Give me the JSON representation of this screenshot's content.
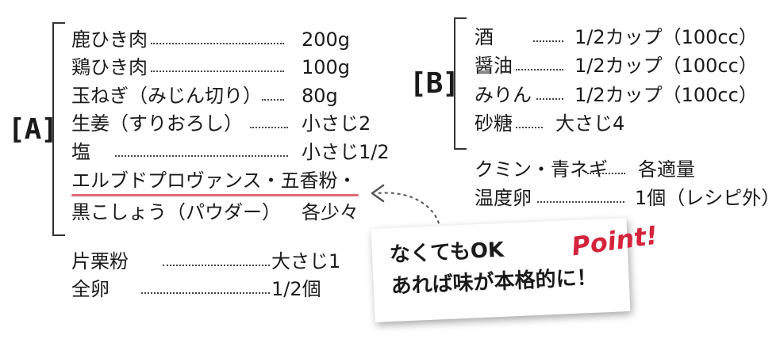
{
  "group_a": {
    "label": "[A]",
    "items": [
      {
        "name": "鹿ひき肉",
        "amount": "200g"
      },
      {
        "name": "鶏ひき肉",
        "amount": "100g"
      },
      {
        "name": "玉ねぎ（みじん切り）",
        "amount": "80g"
      },
      {
        "name": "生姜（すりおろし）",
        "amount": "小さじ2"
      },
      {
        "name": "塩",
        "amount": "小さじ1/2"
      },
      {
        "name": "エルブドプロヴァンス・五香粉・"
      },
      {
        "name": "黒こしょう（パウダー）",
        "amount": "各少々"
      }
    ]
  },
  "group_b": {
    "label": "[B]",
    "items": [
      {
        "name": "酒",
        "amount": "1/2カップ（100cc）"
      },
      {
        "name": "醤油",
        "amount": "1/2カップ（100cc）"
      },
      {
        "name": "みりん",
        "amount": "1/2カップ（100cc）"
      },
      {
        "name": "砂糖",
        "amount": "大さじ4"
      }
    ]
  },
  "extras_bottom_left": [
    {
      "name": "片栗粉",
      "amount": "大さじ1"
    },
    {
      "name": "全卵",
      "amount": "1/2個"
    }
  ],
  "extras_right": [
    {
      "name": "クミン・青ネギ",
      "amount": "各適量"
    },
    {
      "name": "温度卵",
      "amount": "1個（レシピ外）"
    }
  ],
  "note": {
    "line1": "なくてもOK",
    "line2": "あれば味が本格的に！",
    "point_label": "Point!"
  },
  "colors": {
    "text": "#1a1a1a",
    "underline": "#e06a7a",
    "point": "#d4243c"
  }
}
